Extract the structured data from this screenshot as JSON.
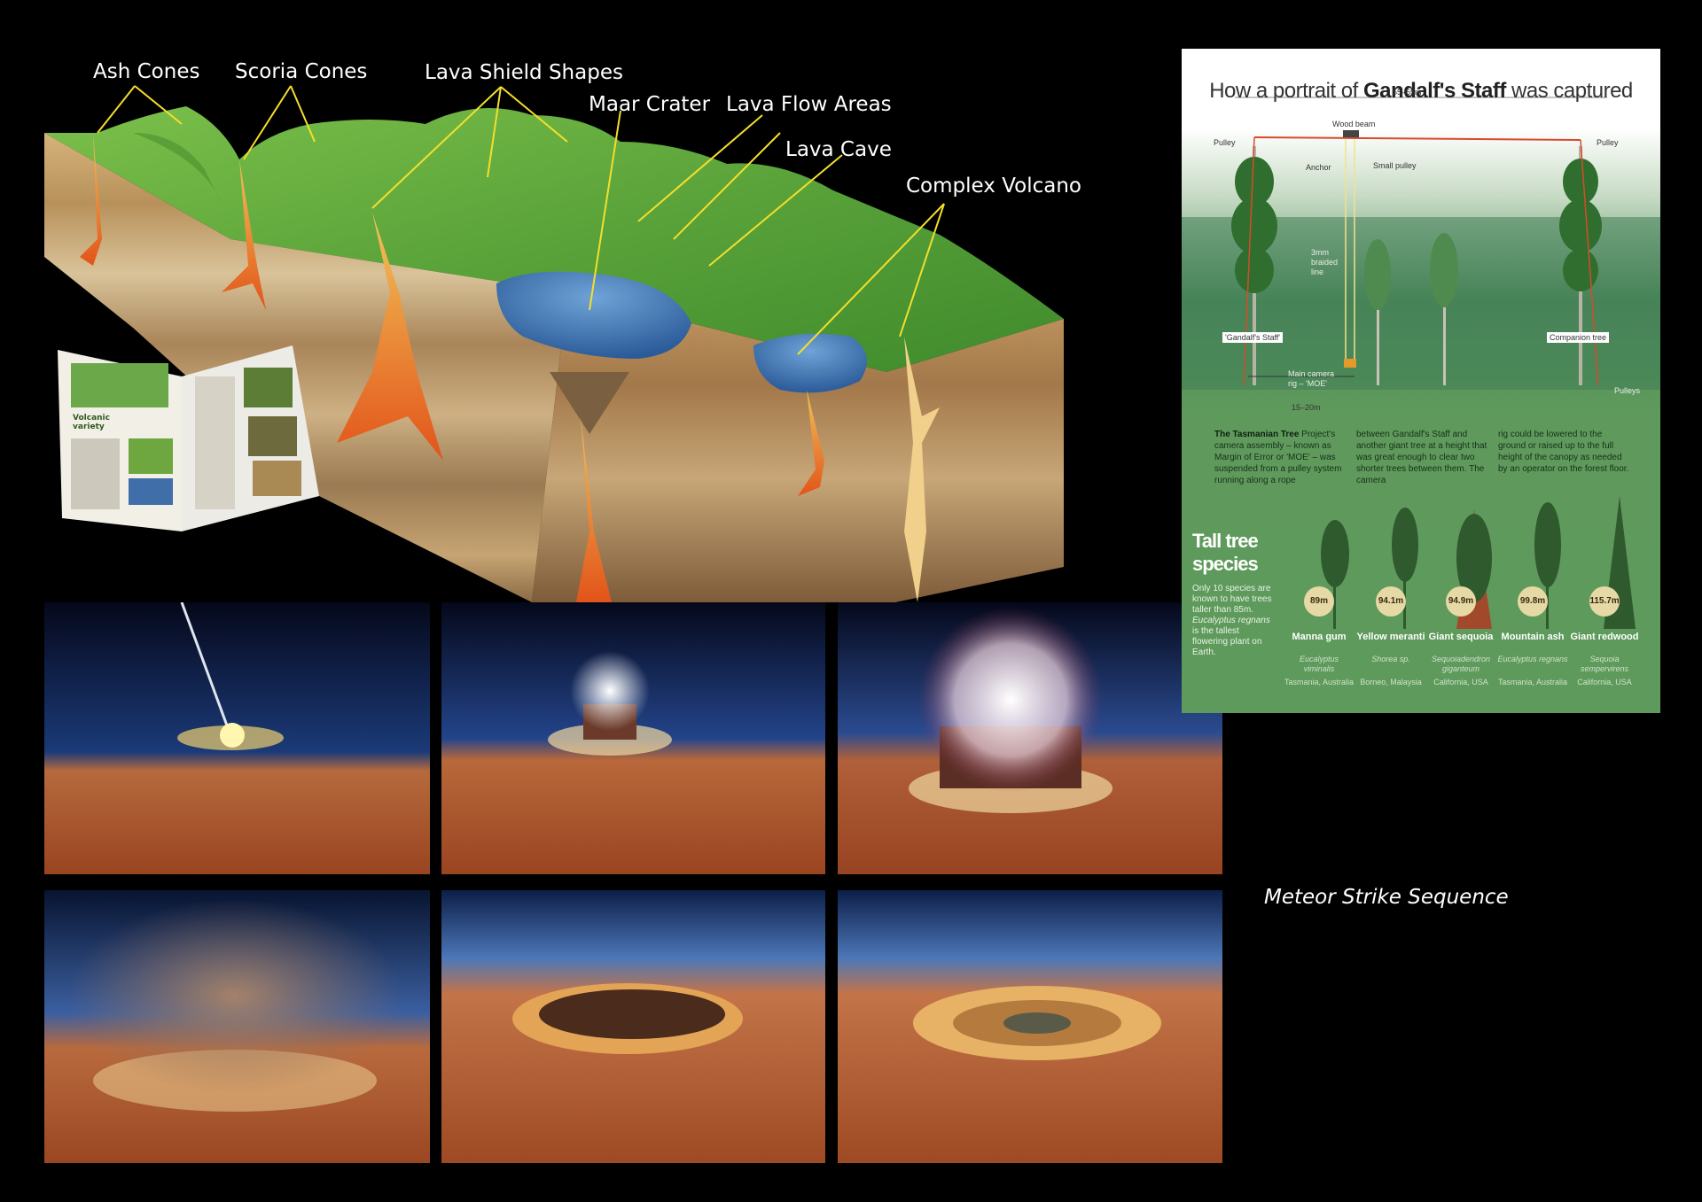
{
  "volcano_diagram": {
    "labels": {
      "ash_cones": "Ash Cones",
      "scoria_cones": "Scoria Cones",
      "lava_shield_shapes": "Lava Shield Shapes",
      "maar_crater": "Maar Crater",
      "lava_flow_areas": "Lava Flow Areas",
      "lava_cave": "Lava Cave",
      "complex_volcano": "Complex Volcano"
    },
    "magazine": {
      "heading": "Volcanic variety"
    }
  },
  "meteor_sequence": {
    "caption": "Meteor Strike Sequence"
  },
  "infographic": {
    "title_prefix": "How a portrait of ",
    "title_bold": "Gandalf's Staff",
    "title_suffix": " was captured",
    "span_top": "55–65m",
    "wood_beam": "Wood beam",
    "pulley_left": "Pulley",
    "pulley_right": "Pulley",
    "anchor": "Anchor",
    "small_pulley": "Small pulley",
    "braided_line": "3mm braided line",
    "gandalfs_staff": "'Gandalf's Staff'",
    "companion_tree": "Companion tree",
    "main_camera": "Main camera rig – 'MOE'",
    "pulleys": "Pulleys",
    "span_bottom": "15–20m",
    "para1_bold": "The Tasmanian Tree",
    "para1": " Project's camera assembly – known as Margin of Error or 'MOE' – was suspended from a pulley system running along a rope",
    "para2": "between Gandalf's Staff and another giant tree at a height that was great enough to clear two shorter trees between them. The camera",
    "para3": "rig could be lowered to the ground or raised up to the full height of the canopy as needed by an operator on the forest floor.",
    "tall_tree_title": "Tall tree species",
    "tall_tree_text_1": "Only 10 species are known to have trees taller than 85m. ",
    "tall_tree_text_italic": "Eucalyptus regnans",
    "tall_tree_text_2": " is the tallest flowering plant on Earth.",
    "species": [
      {
        "height": "89m",
        "name": "Manna gum",
        "sci": "Eucalyptus viminalis",
        "loc": "Tasmania, Australia"
      },
      {
        "height": "94.1m",
        "name": "Yellow meranti",
        "sci": "Shorea sp.",
        "loc": "Borneo, Malaysia"
      },
      {
        "height": "94.9m",
        "name": "Giant sequoia",
        "sci": "Sequoiadendron giganteum",
        "loc": "California, USA"
      },
      {
        "height": "99.8m",
        "name": "Mountain ash",
        "sci": "Eucalyptus regnans",
        "loc": "Tasmania, Australia"
      },
      {
        "height": "115.7m",
        "name": "Giant redwood",
        "sci": "Sequoia sempervirens",
        "loc": "California, USA"
      }
    ]
  },
  "colors": {
    "grass": "#5fa83a",
    "soil": "#c9a26a",
    "lava": "#e8651e",
    "water": "#3f78b8",
    "desert": "#b5592d",
    "sky": "#0c1a3a",
    "infographic_bg": "#5e9a5b"
  }
}
